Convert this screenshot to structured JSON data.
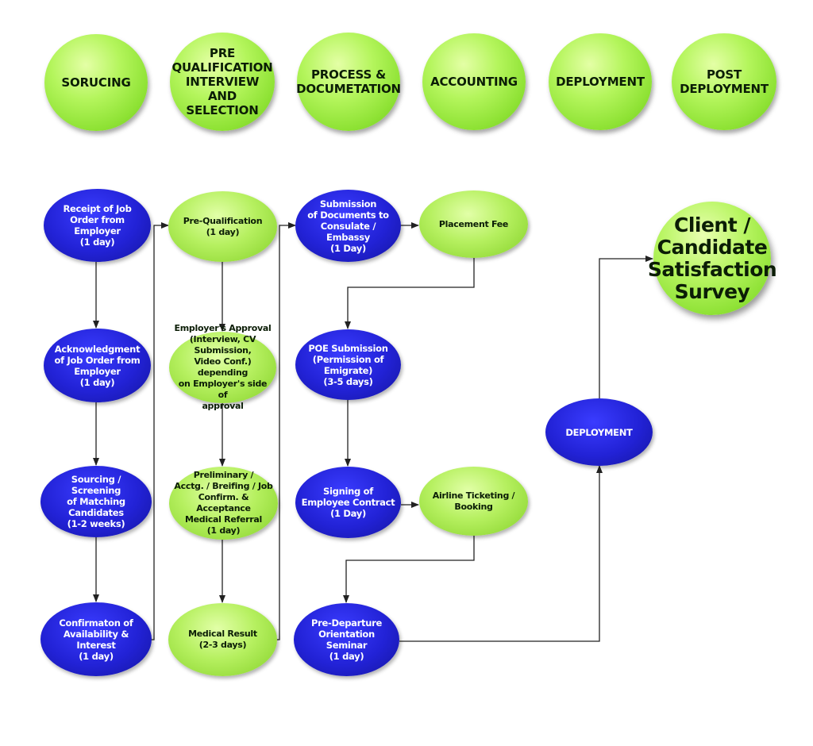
{
  "phases": [
    "SORUCING",
    "PRE QUALIFICATION INTERVIEW AND SELECTION",
    "PROCESS & DOCUMETATION",
    "ACCOUNTING",
    "DEPLOYMENT",
    "POST DEPLOYMENT"
  ],
  "steps": {
    "receipt_job_order": "Receipt of Job\nOrder from Employer\n(1 day)",
    "acknowledgment": "Acknowledgment\nof Job Order from\nEmployer\n(1 day)",
    "sourcing_screening": "Sourcing / Screening\nof Matching Candidates\n(1-2 weeks)",
    "confirmation": "Confirmaton of\nAvailability & Interest\n(1 day)",
    "pre_qualification": "Pre-Qualification\n(1 day)",
    "employer_approval": "Employer's Approval\n(Interview, CV Submission,\nVideo Conf.) depending\non Employer's side of\napproval",
    "preliminary": "Preliminary /\nAcctg. / Breifing / Job\nConfirm. & Acceptance\nMedical Referral\n(1 day)",
    "medical_result": "Medical Result\n(2-3 days)",
    "submission_docs": "Submission\nof Documents to\nConsulate / Embassy\n(1 Day)",
    "poe_submission": "POE Submission\n(Permission of Emigrate)\n(3-5 days)",
    "signing_contract": "Signing of\nEmployee Contract\n(1 Day)",
    "pre_departure": "Pre-Departure\nOrientation Seminar\n(1 day)",
    "placement_fee": "Placement Fee",
    "airline_ticketing": "Airline Ticketing /\nBooking",
    "deployment": "DEPLOYMENT",
    "survey": "Client /\nCandidate\nSatisfaction\nSurvey"
  }
}
